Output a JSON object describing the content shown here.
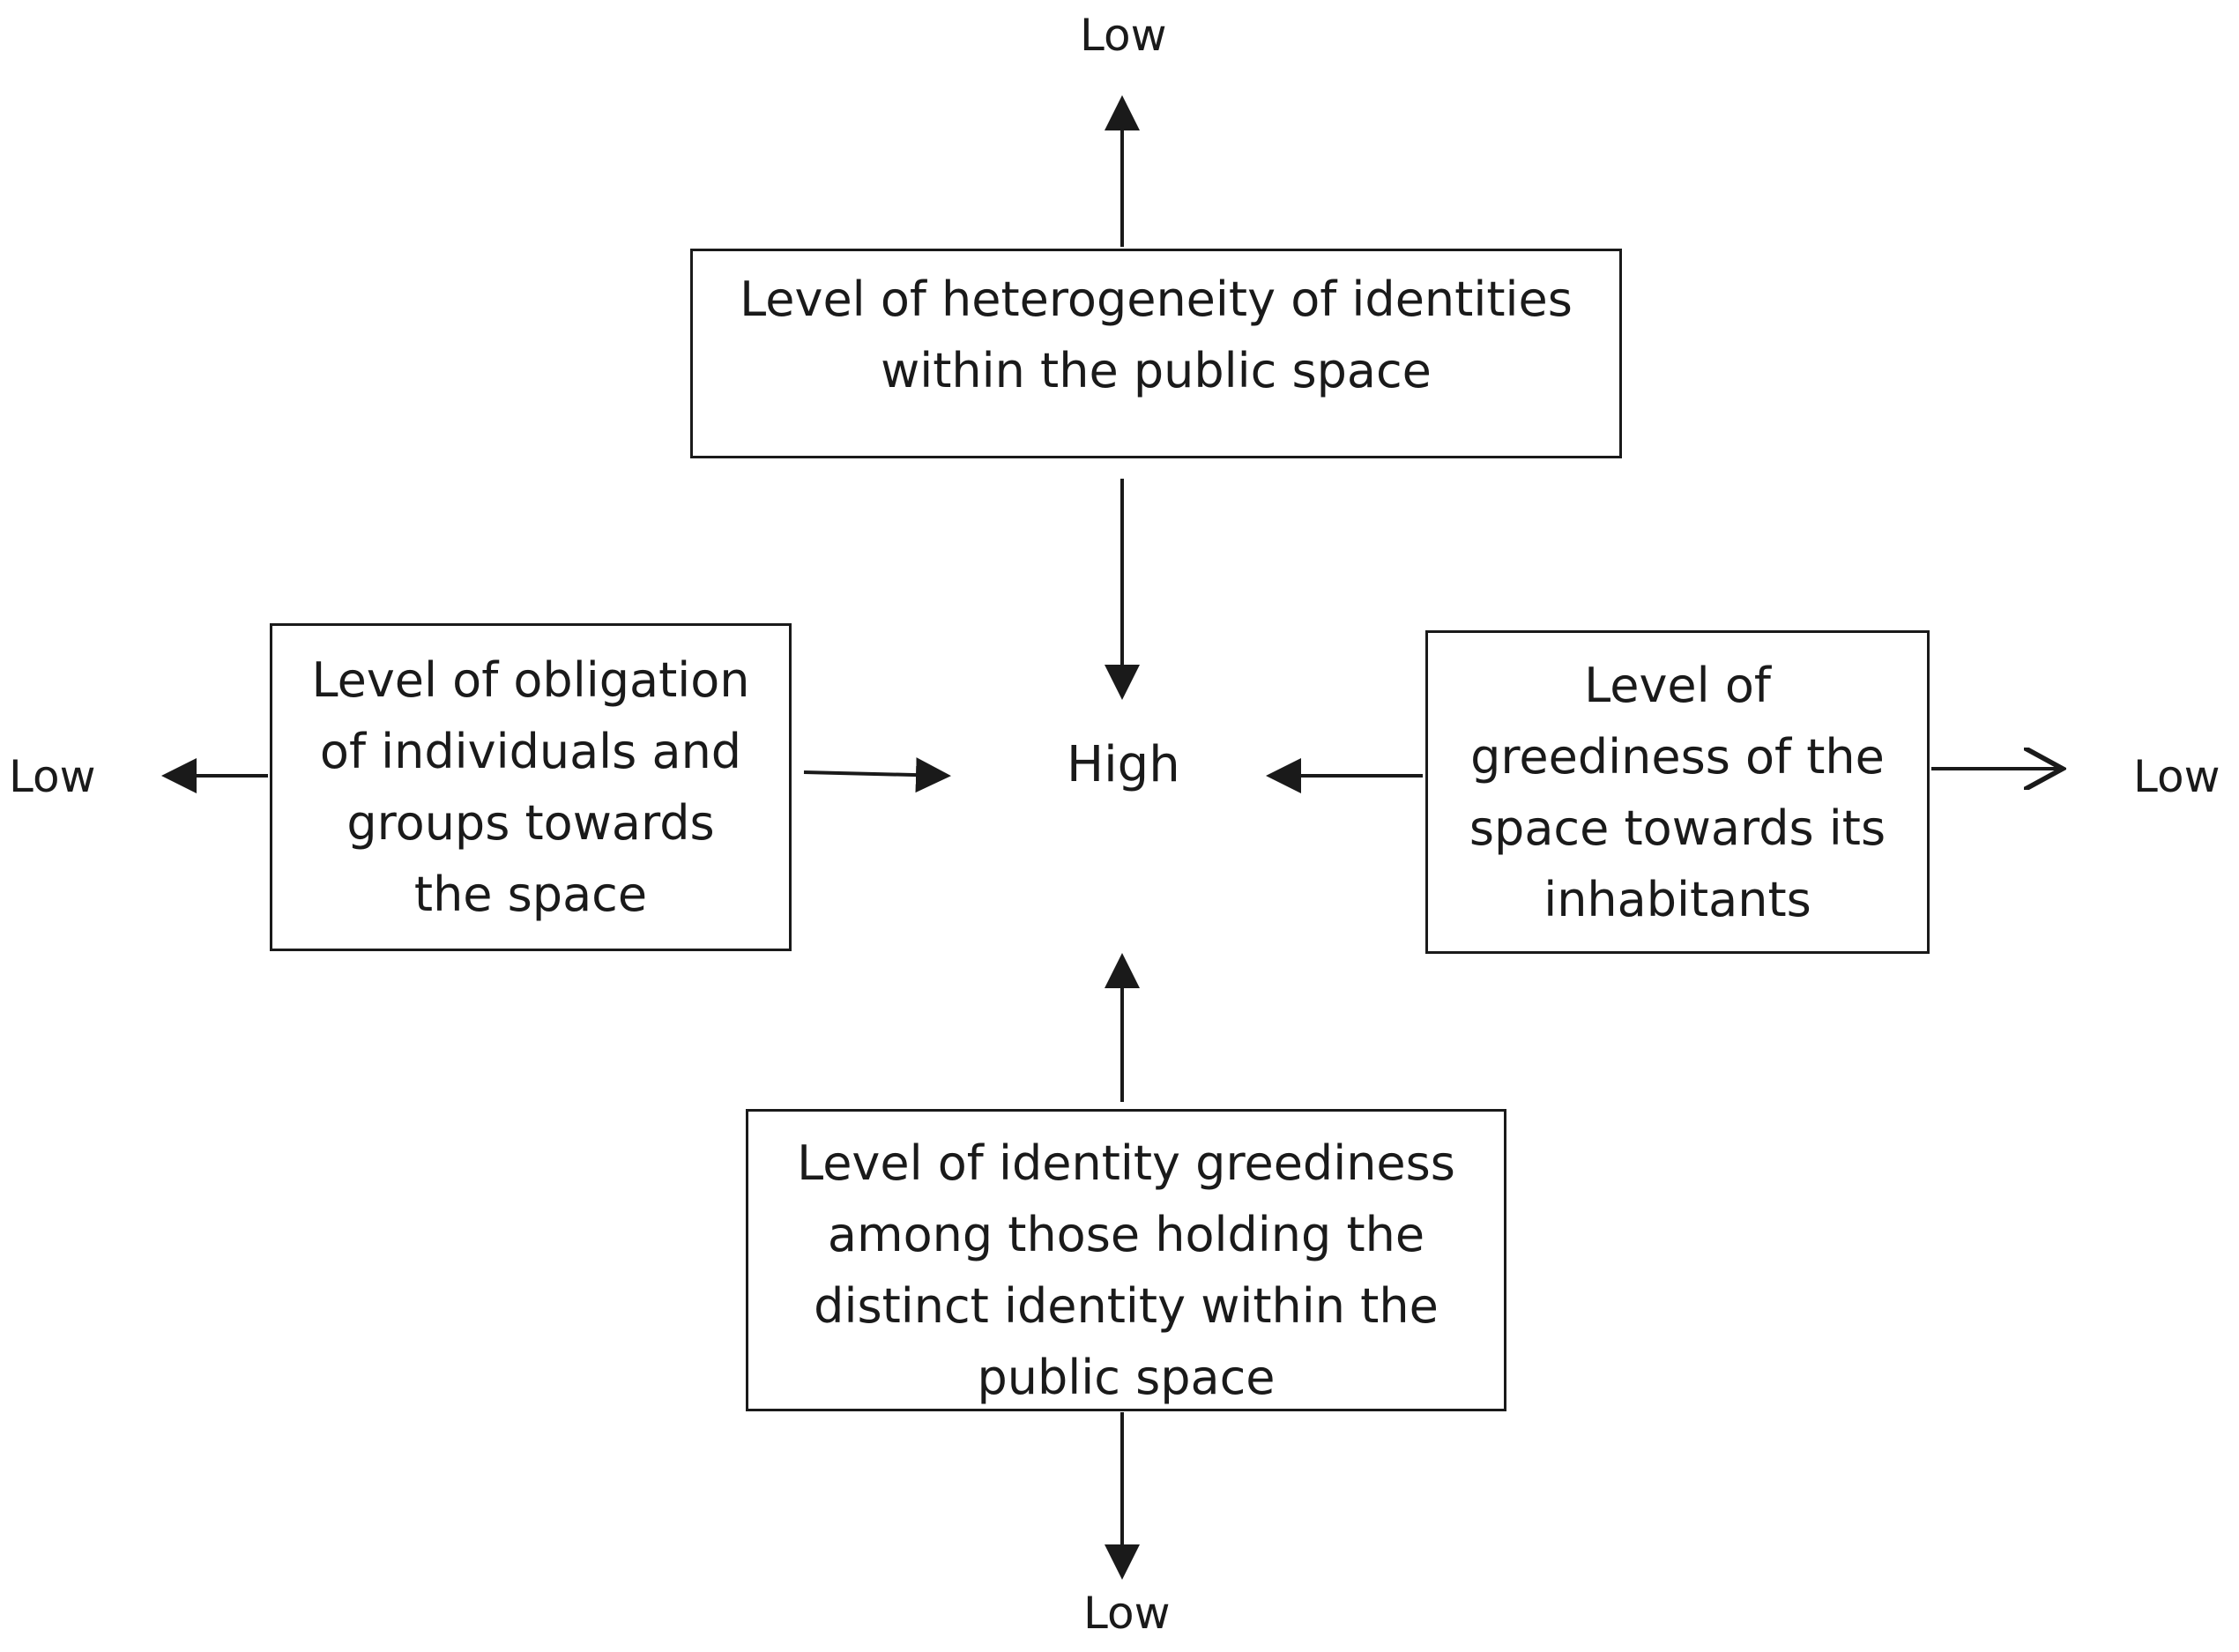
{
  "center_label": "High",
  "boxes": {
    "top": "Level of heterogeneity of identities\nwithin the public space",
    "left": "Level of obligation\nof individuals and\ngroups towards\nthe space",
    "right": "Level of\ngreediness of the\nspace towards its\ninhabitants",
    "bottom": "Level of identity greediness\namong those holding the\ndistinct identity within the\npublic space"
  },
  "ends": {
    "top": "Low",
    "left": "Low",
    "right": "Low",
    "bottom": "Low"
  },
  "colors": {
    "line": "#1a1a1a",
    "background": "#ffffff"
  }
}
